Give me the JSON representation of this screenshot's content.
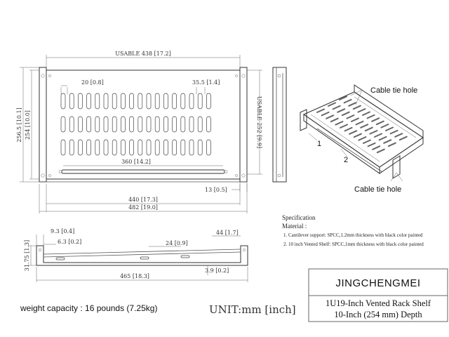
{
  "dimensions": {
    "usable_width": "USABLE 438 [17.2]",
    "slot_width": "20 [0.8]",
    "slot_pitch": "35.5 [1.4]",
    "height_outer": "256.5 [10.1]",
    "height_inner": "254 [10.0]",
    "usable_depth": "USABLE 252 [9.9]",
    "vent_span": "360 [14.2]",
    "lip": "13 [0.5]",
    "width_inner": "440 [17.3]",
    "width_outer": "482 [19.0]",
    "side_9_3": "9.3 [0.4]",
    "side_6_3": "6.3 [0.2]",
    "side_44": "44 [1.7]",
    "side_24": "24 [0.9]",
    "side_height": "31.75 [1.3]",
    "side_3_9": "3.9 [0.2]",
    "side_length": "465 [18.3]"
  },
  "callouts": {
    "cable_tie_top": "Cable tie hole",
    "cable_tie_bottom": "Cable tie hole",
    "part_1": "1",
    "part_2": "2"
  },
  "specification": {
    "heading": "Specification",
    "subheading": "Material :",
    "items": [
      "1.  Cantilever support: SPCC,1.2mm thickness with black color painted",
      "2.  10 inch Vented Shelf: SPCC,1mm thickness with black color painted"
    ]
  },
  "title_block": {
    "brand": "JINGCHENGMEI",
    "product_line1": "1U19-Inch Vented Rack Shelf",
    "product_line2": "10-Inch (254 mm) Depth"
  },
  "footer": {
    "weight": "weight capacity : 16 pounds (7.25kg)",
    "unit": "UNIT:mm [inch]"
  }
}
